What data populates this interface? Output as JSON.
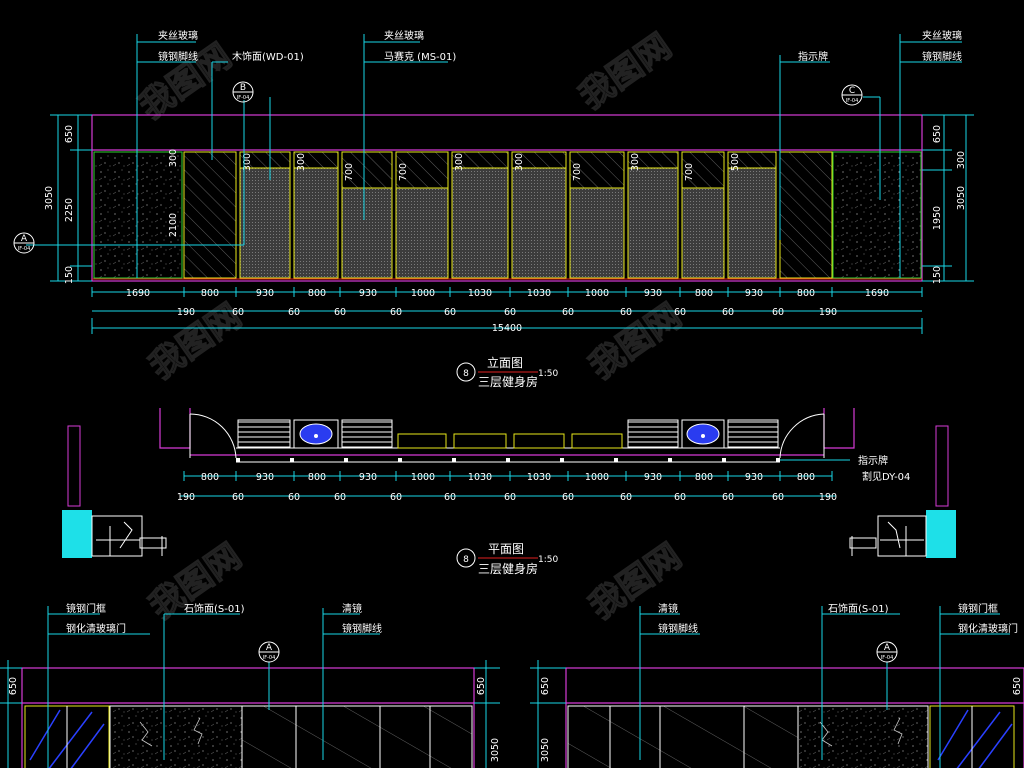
{
  "elevation": {
    "labels": {
      "glass_a": "夹丝玻璃",
      "steel_skirt_a": "镜钢脚线",
      "wood_finish": "木饰面(WD-01)",
      "glass_b": "夹丝玻璃",
      "mosaic": "马赛克 (MS-01)",
      "sign": "指示牌",
      "glass_c": "夹丝玻璃",
      "steel_skirt_c": "镜钢脚线"
    },
    "bubbles": {
      "a_letter": "A",
      "a_ref": "IF-04",
      "b_letter": "B",
      "b_ref": "IF-04",
      "c_letter": "C",
      "c_ref": "IF-04"
    },
    "left_dims": [
      "650",
      "2250",
      "150",
      "3050"
    ],
    "right_dims": [
      "650",
      "300",
      "1950",
      "150",
      "3050"
    ],
    "inner_dims": [
      "300",
      "2100"
    ],
    "panel_tops": [
      "300",
      "300",
      "700",
      "700",
      "300",
      "300",
      "700",
      "300",
      "700",
      "500"
    ],
    "bottom_dims_1": [
      "1690",
      "800",
      "930",
      "800",
      "930",
      "1000",
      "1030",
      "1030",
      "1000",
      "930",
      "800",
      "930",
      "800",
      "1690"
    ],
    "bottom_dims_2": [
      "190",
      "60",
      "60",
      "60",
      "60",
      "60",
      "60",
      "60",
      "60",
      "60",
      "60",
      "60",
      "190"
    ],
    "total": "15400",
    "title_num": "8",
    "title": "立面图",
    "subtitle": "三层健身房",
    "scale": "1:50"
  },
  "plan": {
    "dims_1": [
      "800",
      "930",
      "800",
      "930",
      "1000",
      "1030",
      "1030",
      "1000",
      "930",
      "800",
      "930",
      "800"
    ],
    "dims_2": [
      "190",
      "60",
      "60",
      "60",
      "60",
      "60",
      "60",
      "60",
      "60",
      "60",
      "60",
      "60",
      "190"
    ],
    "sign_label": "指示牌",
    "sign_ref": "割见DY-04",
    "title_num": "8",
    "title": "平面图",
    "subtitle": "三层健身房",
    "scale": "1:50"
  },
  "lower_left": {
    "labels": {
      "frame": "镜钢门框",
      "door": "钢化清玻璃门",
      "stone": "石饰面(S-01)",
      "mirror": "清镜",
      "skirt": "镜钢脚线"
    },
    "bubble_letter": "A",
    "bubble_ref": "IF-04",
    "dims_left": [
      "650"
    ],
    "dims_right": [
      "650",
      "3050"
    ]
  },
  "lower_right": {
    "labels": {
      "mirror": "清镜",
      "skirt": "镜钢脚线",
      "stone": "石饰面(S-01)",
      "frame": "镜钢门框",
      "door": "钢化清玻璃门"
    },
    "bubble_letter": "A",
    "bubble_ref": "IF-04",
    "dims_left": [
      "650",
      "3050"
    ],
    "dims_right": [
      "650"
    ]
  },
  "colors": {
    "background": "#000000",
    "leader": "#19d6e6",
    "outline": "#d63bd6",
    "panel": "#e8e81a",
    "text": "#ffffff"
  }
}
